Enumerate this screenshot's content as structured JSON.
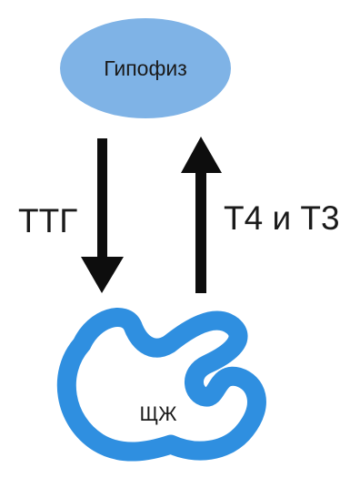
{
  "diagram": {
    "nodes": {
      "pituitary": {
        "label": "Гипофиз",
        "color": "#7fb3e6"
      },
      "thyroid": {
        "label": "ЩЖ",
        "color": "#2f8fe0"
      }
    },
    "edges": {
      "down": {
        "label": "ТТГ",
        "color": "#0d0d0d"
      },
      "up": {
        "label": "Т4 и Т3",
        "color": "#0d0d0d"
      }
    }
  }
}
